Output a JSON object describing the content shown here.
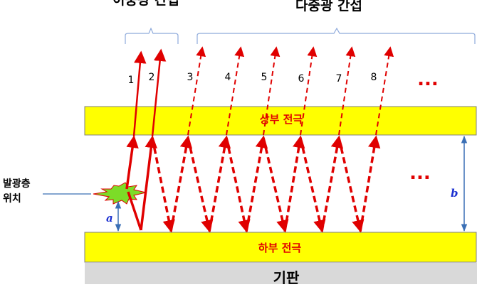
{
  "headers": {
    "two_beam": "이중광 간섭",
    "multi_beam": "다중광 간섭"
  },
  "ray_numbers": [
    "1",
    "2",
    "3",
    "4",
    "5",
    "6",
    "7",
    "8"
  ],
  "ellipsis": "...",
  "top_electrode": "상부 전극",
  "bottom_electrode": "하부 전극",
  "substrate": "기판",
  "emission_layer_position": [
    "발광층",
    "위치"
  ],
  "dimension_a": "a",
  "dimension_b": "b",
  "colors": {
    "electrode": "#ffff00",
    "substrate": "#d9d9d9",
    "ray": "#e00000",
    "dimension": "#3a6fb5",
    "burst": "#7cdc27"
  }
}
